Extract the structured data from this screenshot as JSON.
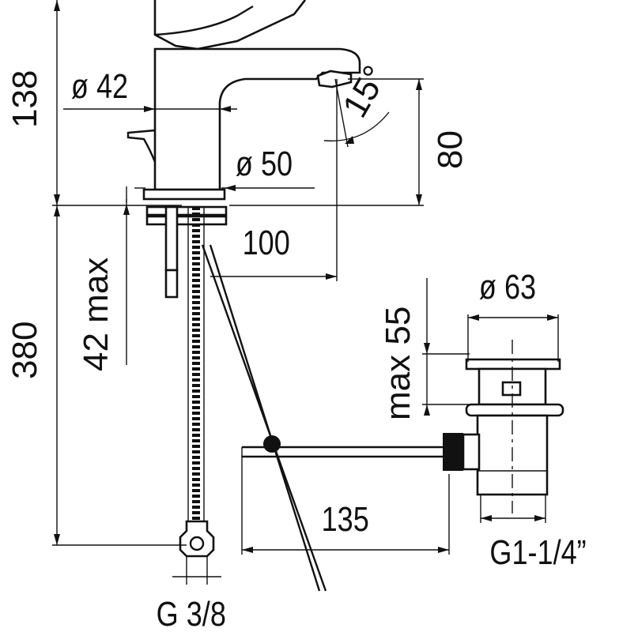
{
  "dimensions": {
    "height_total_upper": "138",
    "height_total_lower": "380",
    "spout_height": "80",
    "body_diameter": "ø 42",
    "base_diameter": "ø 50",
    "spout_reach": "100",
    "spout_angle": "15°",
    "deck_thickness": "42 max",
    "waste_height": "max 55",
    "waste_diameter": "ø 63",
    "rod_length": "135",
    "waste_thread": "G1-1/4”",
    "supply_thread": "G 3/8"
  }
}
